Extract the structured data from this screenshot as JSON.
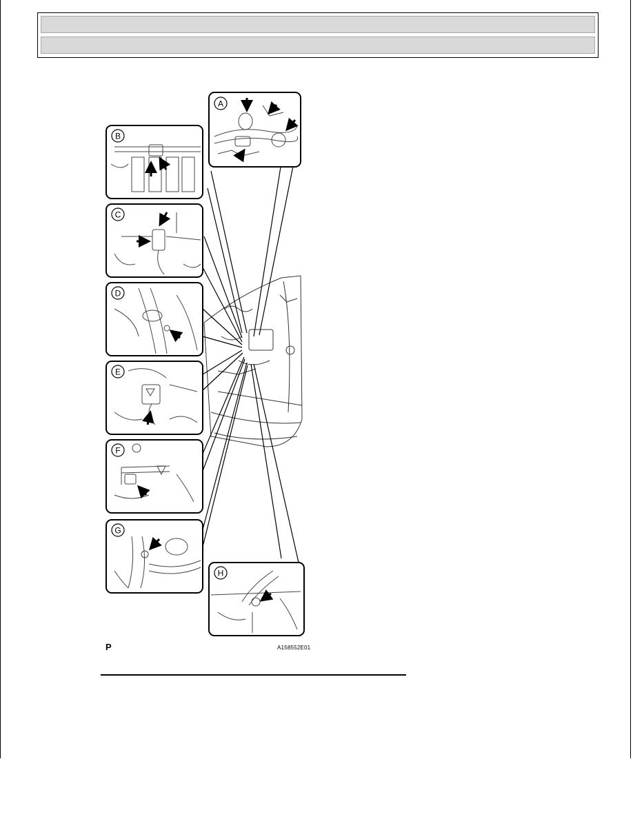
{
  "header": {
    "row1": "",
    "row2": ""
  },
  "figure": {
    "panel_labels": [
      "A",
      "B",
      "C",
      "D",
      "E",
      "F",
      "G",
      "H"
    ],
    "corner_label": "P",
    "reference_code": "A158552E01"
  }
}
